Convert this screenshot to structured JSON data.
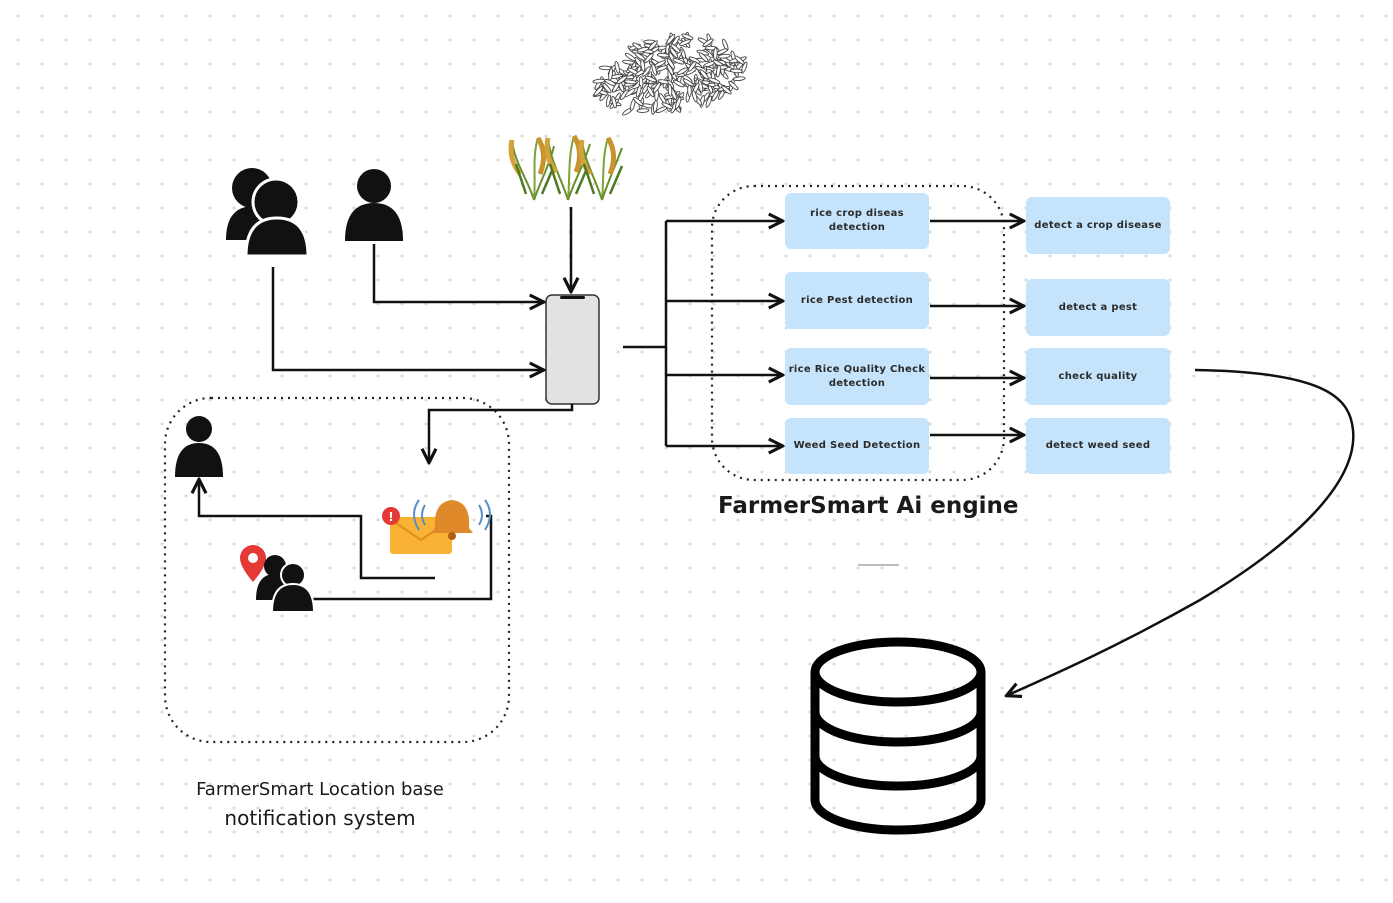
{
  "ai_engine": {
    "title": "FarmerSmart Ai engine",
    "modules": [
      "rice crop diseas detection",
      "rice Pest  detection",
      "rice  Rice Quality Check detection",
      "Weed Seed Detection"
    ],
    "outputs": [
      "detect a crop disease",
      "detect a pest",
      "check quality",
      "detect weed seed"
    ]
  },
  "notification_system": {
    "title_line1": "FarmerSmart Location base",
    "title_line2": "notification system",
    "alert_badge": "!"
  },
  "colors": {
    "box_fill": "#c5e4fb",
    "line": "#111111",
    "envelope": "#f9b233",
    "bell": "#e0892b",
    "pin": "#e53935",
    "phone_body": "#e2e2e2"
  },
  "icons": {
    "users_group": "users-group-icon",
    "single_user": "user-icon",
    "rice_plants": "rice-plant-icon",
    "rice_grains": "rice-grains-icon",
    "phone": "smartphone-icon",
    "notification": "notification-bell-envelope-icon",
    "location_users": "location-users-icon",
    "database": "database-icon"
  }
}
